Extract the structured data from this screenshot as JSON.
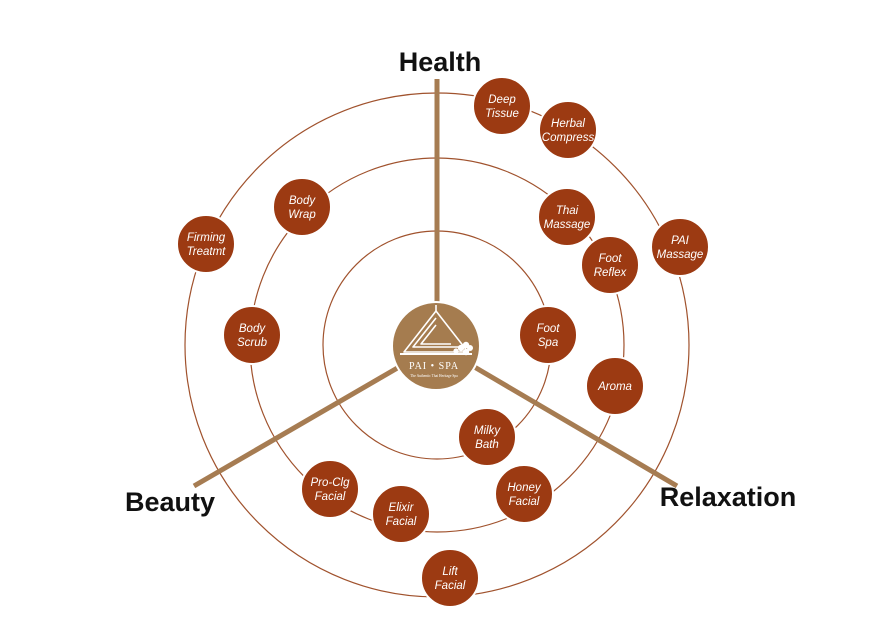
{
  "diagram": {
    "axes": [
      {
        "id": "health",
        "label": "Health"
      },
      {
        "id": "beauty",
        "label": "Beauty"
      },
      {
        "id": "relaxation",
        "label": "Relaxation"
      }
    ],
    "center_logo": {
      "brand": "PAI • SPA",
      "tagline": "The Authentic Thai Heritage Spa"
    },
    "treatments": [
      {
        "id": "deep-tissue",
        "lines": [
          "Deep",
          "Tissue"
        ]
      },
      {
        "id": "herbal-compress",
        "lines": [
          "Herbal",
          "Compress"
        ]
      },
      {
        "id": "pai-massage",
        "lines": [
          "PAI",
          "Massage"
        ]
      },
      {
        "id": "thai-massage",
        "lines": [
          "Thai",
          "Massage"
        ]
      },
      {
        "id": "foot-reflex",
        "lines": [
          "Foot",
          "Reflex"
        ]
      },
      {
        "id": "foot-spa",
        "lines": [
          "Foot",
          "Spa"
        ]
      },
      {
        "id": "aroma",
        "lines": [
          "Aroma"
        ]
      },
      {
        "id": "milky-bath",
        "lines": [
          "Milky",
          "Bath"
        ]
      },
      {
        "id": "honey-facial",
        "lines": [
          "Honey",
          "Facial"
        ]
      },
      {
        "id": "elixir-facial",
        "lines": [
          "Elixir",
          "Facial"
        ]
      },
      {
        "id": "pro-clg-facial",
        "lines": [
          "Pro-Clg",
          "Facial"
        ]
      },
      {
        "id": "lift-facial",
        "lines": [
          "Lift",
          "Facial"
        ]
      },
      {
        "id": "body-scrub",
        "lines": [
          "Body",
          "Scrub"
        ]
      },
      {
        "id": "body-wrap",
        "lines": [
          "Body",
          "Wrap"
        ]
      },
      {
        "id": "firming-treatmt",
        "lines": [
          "Firming",
          "Treatmt"
        ]
      }
    ],
    "colors": {
      "node_fill": "#9c3a12",
      "node_stroke": "#ffffff",
      "ring_stroke": "#a0522d",
      "spoke": "#a67c52",
      "logo_fill": "#a57c4f",
      "label_text": "#111111"
    }
  }
}
